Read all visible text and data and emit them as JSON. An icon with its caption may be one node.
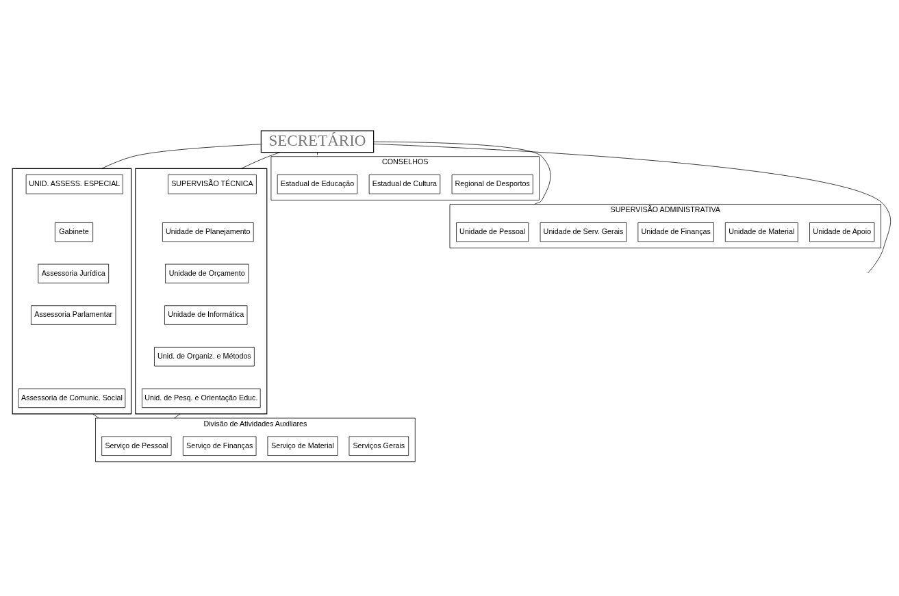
{
  "diagram": {
    "nodes": [
      {
        "text": [
          "SECRETÁRIO"
        ]
      },
      {
        "text": [],
        "shape": "box"
      },
      {
        "text": [
          "UNID. ASSESS. ESPECIAL"
        ],
        "in": 1
      },
      {
        "text": [
          "Gabinete"
        ],
        "in": 1
      },
      {
        "text": [
          "Assessoria Jurídica"
        ],
        "in": 1
      },
      {
        "text": [
          "Assessoria Parlamentar"
        ],
        "in": 1
      },
      {
        "text": [
          "Assessoria de Comunic. Social"
        ],
        "in": 1
      },
      {
        "text": [],
        "shape": "box"
      },
      {
        "text": [
          "SUPERVISÃO TÉCNICA"
        ],
        "in": 7
      },
      {
        "text": [
          "Unidade de Planejamento"
        ],
        "in": 7
      },
      {
        "text": [
          "Unidade de Orçamento"
        ],
        "in": 7
      },
      {
        "text": [
          "Unidade de Informática"
        ],
        "in": 7
      },
      {
        "text": [
          "Unid. de Organiz. e Métodos"
        ],
        "in": 7
      },
      {
        "text": [
          "Unid. de Pesq. e Orientação Educ."
        ],
        "in": 7
      },
      {
        "text": [
          "Divisão de Atividades Auxiliares"
        ]
      },
      {
        "text": [
          "Serviço de Pessoal"
        ],
        "in": 14
      },
      {
        "text": [
          "Serviço de Finanças"
        ],
        "in": 14
      },
      {
        "text": [
          "Serviço de Material"
        ],
        "in": 14
      },
      {
        "text": [
          "Serviços Gerais"
        ],
        "in": 14
      },
      {
        "text": [
          "CONSELHOS"
        ]
      },
      {
        "text": [
          "Estadual de Educação"
        ],
        "in": 19
      },
      {
        "text": [
          "Estadual de Cultura"
        ],
        "in": 19
      },
      {
        "text": [
          "Regional de Desportos"
        ],
        "in": 19
      },
      {
        "text": [
          "SUPERVISÃO ADMINISTRATIVA"
        ]
      },
      {
        "text": [
          "Unidade de Pessoal"
        ],
        "in": 23
      },
      {
        "text": [
          "Unidade de Serv. Gerais"
        ],
        "in": 23
      },
      {
        "text": [
          "Unidade de Finanças"
        ],
        "in": 23
      },
      {
        "text": [
          "Unidade de Material"
        ],
        "in": 23
      },
      {
        "text": [
          "Unidade de Apoio"
        ],
        "in": 23
      }
    ],
    "edges": [
      {
        "from": 0,
        "to": 1,
        "arrow": "none"
      },
      {
        "from": 0,
        "to": 7,
        "arrow": "none"
      },
      {
        "from": 0,
        "to": 19,
        "arrow": "none",
        "style": "dashed"
      },
      {
        "from": 0,
        "to": 23,
        "arrow": "none"
      },
      {
        "from": 0,
        "to": null,
        "arrow": "none"
      },
      {
        "from": 1,
        "to": 14,
        "arrow": "none"
      },
      {
        "from": 7,
        "to": 14,
        "arrow": "none"
      }
    ]
  }
}
